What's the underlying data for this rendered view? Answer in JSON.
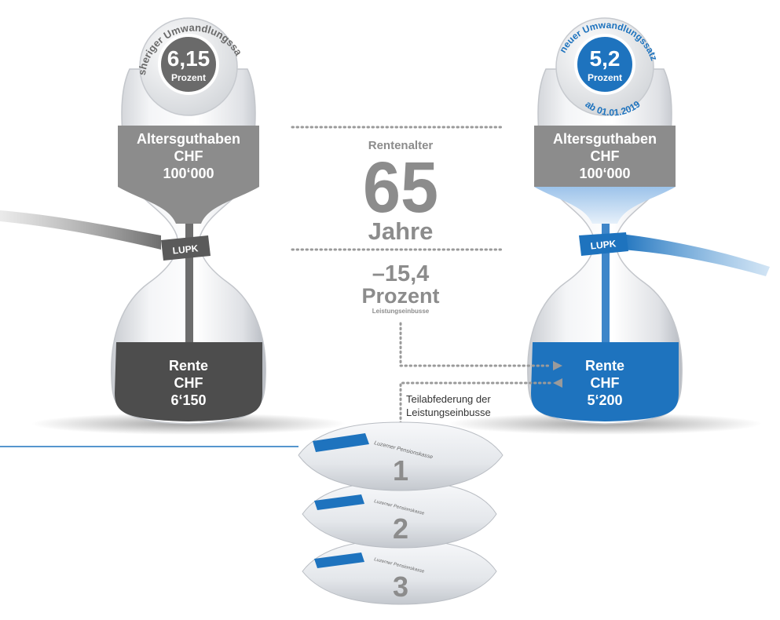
{
  "left_glass": {
    "arc_label": "bisheriger Umwandlungssatz",
    "rate_value": "6,15",
    "rate_unit": "Prozent",
    "top_lines": [
      "Altersguthaben",
      "CHF",
      "100‘000"
    ],
    "band_label": "LUPK",
    "bottom_lines": [
      "Rente",
      "CHF",
      "6‘150"
    ],
    "accent_color": "#4d4d4d"
  },
  "right_glass": {
    "arc_label_top": "neuer Umwandlungssatz",
    "arc_label_bottom": "ab 01.01.2019",
    "rate_value": "5,2",
    "rate_unit": "Prozent",
    "top_lines": [
      "Altersguthaben",
      "CHF",
      "100‘000"
    ],
    "band_label": "LUPK",
    "bottom_lines": [
      "Rente",
      "CHF",
      "5‘200"
    ],
    "accent_color": "#1e73be"
  },
  "center": {
    "age_label": "Rentenalter",
    "age_value": "65",
    "age_unit": "Jahre",
    "reduction_value": "–15,4",
    "reduction_unit": "Prozent",
    "reduction_caption": "Leistungseinbusse"
  },
  "cushion_note": {
    "line1": "Teilabfederung der",
    "line2": "Leistungseinbusse"
  },
  "cushions": [
    {
      "number": "1",
      "brand": "Luzerner Pensionskasse"
    },
    {
      "number": "2",
      "brand": "Luzerner Pensionskasse"
    },
    {
      "number": "3",
      "brand": "Luzerner Pensionskasse"
    }
  ]
}
